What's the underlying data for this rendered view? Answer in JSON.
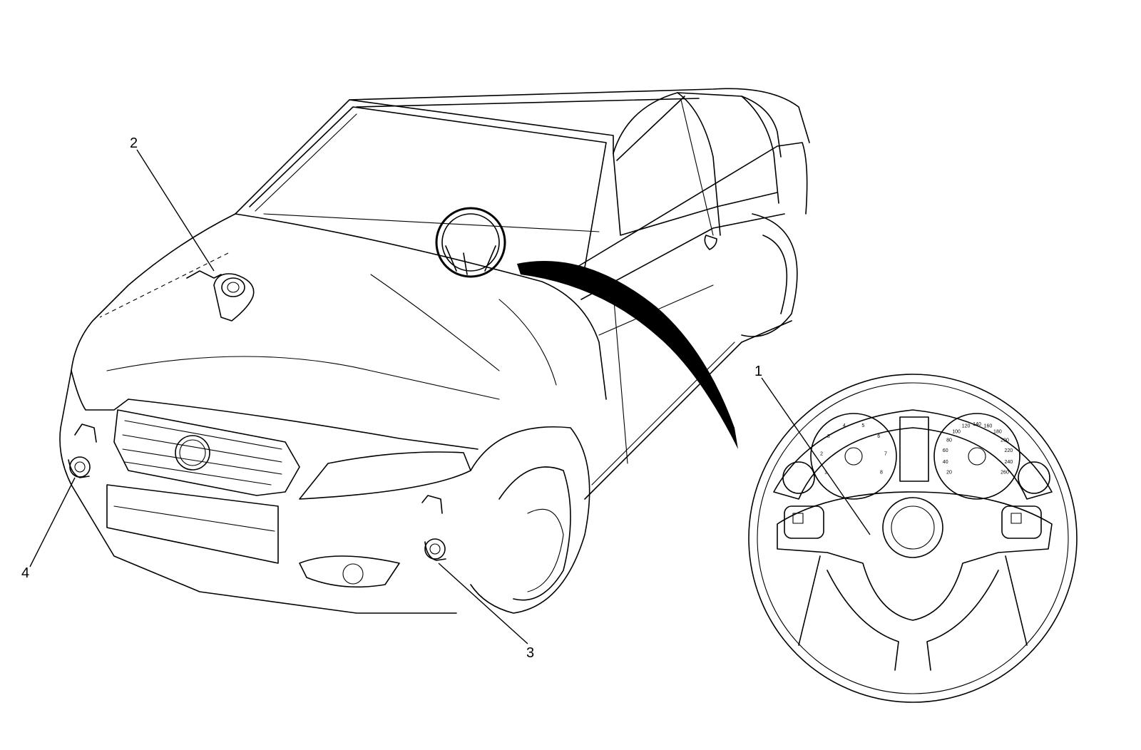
{
  "callouts": [
    {
      "id": "1",
      "label": "1"
    },
    {
      "id": "2",
      "label": "2"
    },
    {
      "id": "3",
      "label": "3"
    },
    {
      "id": "4",
      "label": "4"
    }
  ],
  "cluster": {
    "tach_ticks": [
      "1",
      "2",
      "3",
      "4",
      "5",
      "6",
      "7",
      "8"
    ],
    "speedo_ticks": [
      "20",
      "40",
      "60",
      "80",
      "100",
      "120",
      "140",
      "160",
      "180",
      "200",
      "220",
      "240",
      "260"
    ]
  },
  "colors": {
    "line": "#000000",
    "background": "#ffffff"
  }
}
